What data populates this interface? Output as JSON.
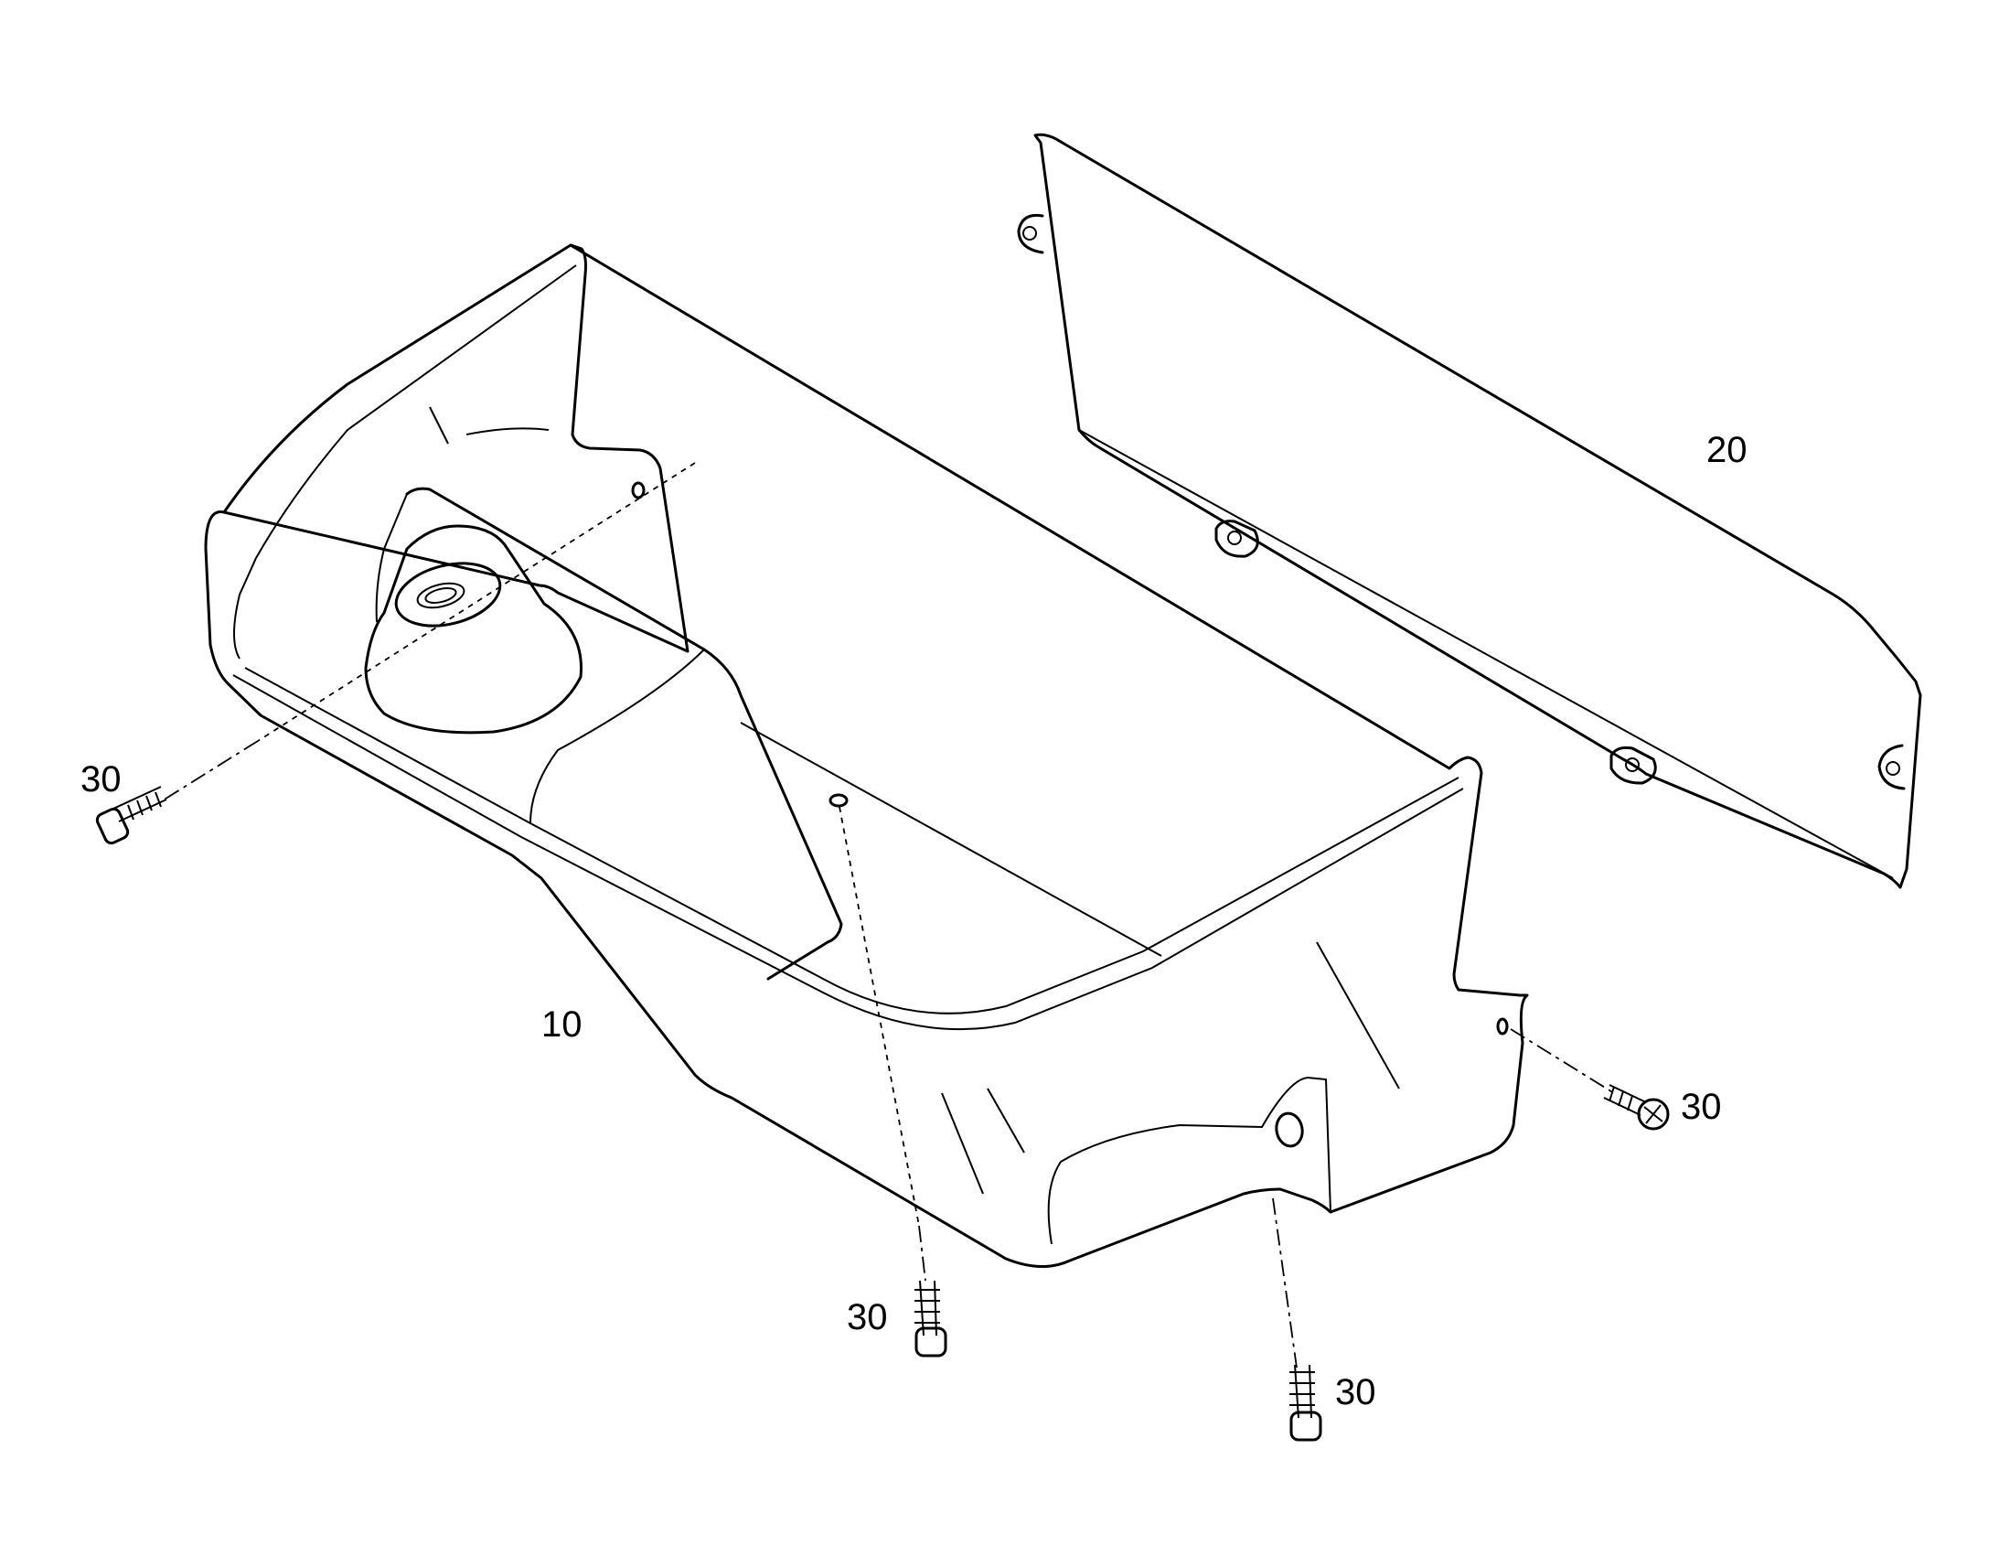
{
  "labels": {
    "part_10": "10",
    "part_20": "20",
    "screw_left": "30",
    "screw_bottom_center": "30",
    "screw_bottom_right": "30",
    "screw_right": "30"
  }
}
